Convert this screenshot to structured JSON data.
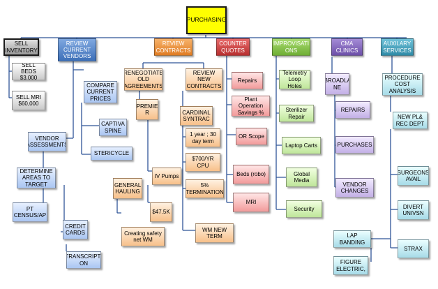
{
  "root": "PURCHASING",
  "headers": {
    "sell_inventory": "SELL INVENTORY",
    "review_vendors": "REVIEW CURRENT VENDORS",
    "review_contracts": "REVIEW CONTRACTS",
    "counter_quotes": "COUNTER QUOTES",
    "improvisations": "IMPROVISATI ONS",
    "cma_clinics": "CMA CLINICS",
    "auxiliary": "AUXILARY SERVICES"
  },
  "sell": {
    "beds": "SELL BEDS $3,000",
    "mri": "SELL MRI $60,000"
  },
  "vendors": {
    "compare": "COMPARE CURRENT PRICES",
    "captiva": "CAPTIVA SPINE",
    "stericycle": "STERICYCLE",
    "assessments": "VENDOR ASSESSMENTS",
    "determine": "DETERMINE AREAS TO TARGET",
    "pt_census": "PT CENSUS/AP",
    "credit_cards": "CREDIT CARDS",
    "transcription": "TRANSCRIPTI ON"
  },
  "contracts": {
    "renegotiate": "RENEGOTIATE OLD AGREEMENTS",
    "review_new": "REVIEW NEW CONTRACTS",
    "premier": "PREMIE R",
    "cardinal": "CARDINAL SYNTRAC",
    "one_year": "1 year ; 30 day term",
    "cpu": "$700/YR CPU",
    "termination": "5% TERMINATION",
    "general_hauling": "GENERAL HAULING",
    "iv_pumps": "IV Pumps",
    "price_47_5k": "$47.5K",
    "safety_net": "Creating safety net WM",
    "wm_new_term": "WM NEW TERM"
  },
  "quotes": {
    "repairs": "Repairs",
    "plant_ops": "Plant Operation Savings %",
    "or_scope": "OR Scope",
    "beds_robo": "Beds (robo)",
    "mri": "MRI"
  },
  "improv": {
    "telemetry": "Telemetry Loop Holes",
    "sterilizer": "Sterilizer Repair",
    "laptop_carts": "Laptop Carts",
    "global_media": "Global Media",
    "security": "Security"
  },
  "clinics": {
    "broadlane": "BROADLA NE",
    "repairs": "REPAIRS",
    "purchases": "PURCHASES",
    "vendor_changes": "VENDOR CHANGES"
  },
  "aux": {
    "procedure": "PROCEDURE COST ANALYSIS",
    "new_pl": "NEW PL& REC DEPT",
    "surgeons": "SURGEONS AVAIL",
    "divert": "DIVERT UNIVSN",
    "lap_banding": "LAP BANDING",
    "strax": "STRAX",
    "figure": "FIGURE ELECTRIC,"
  },
  "colors": {
    "root": "#ffff00",
    "sell": "#a0a0a0",
    "vendors": "#3d6fb8",
    "contracts": "#e07b22",
    "quotes": "#b72f2f",
    "improv": "#6fae35",
    "clinics": "#6c4fa8",
    "aux": "#2f8aa6"
  }
}
